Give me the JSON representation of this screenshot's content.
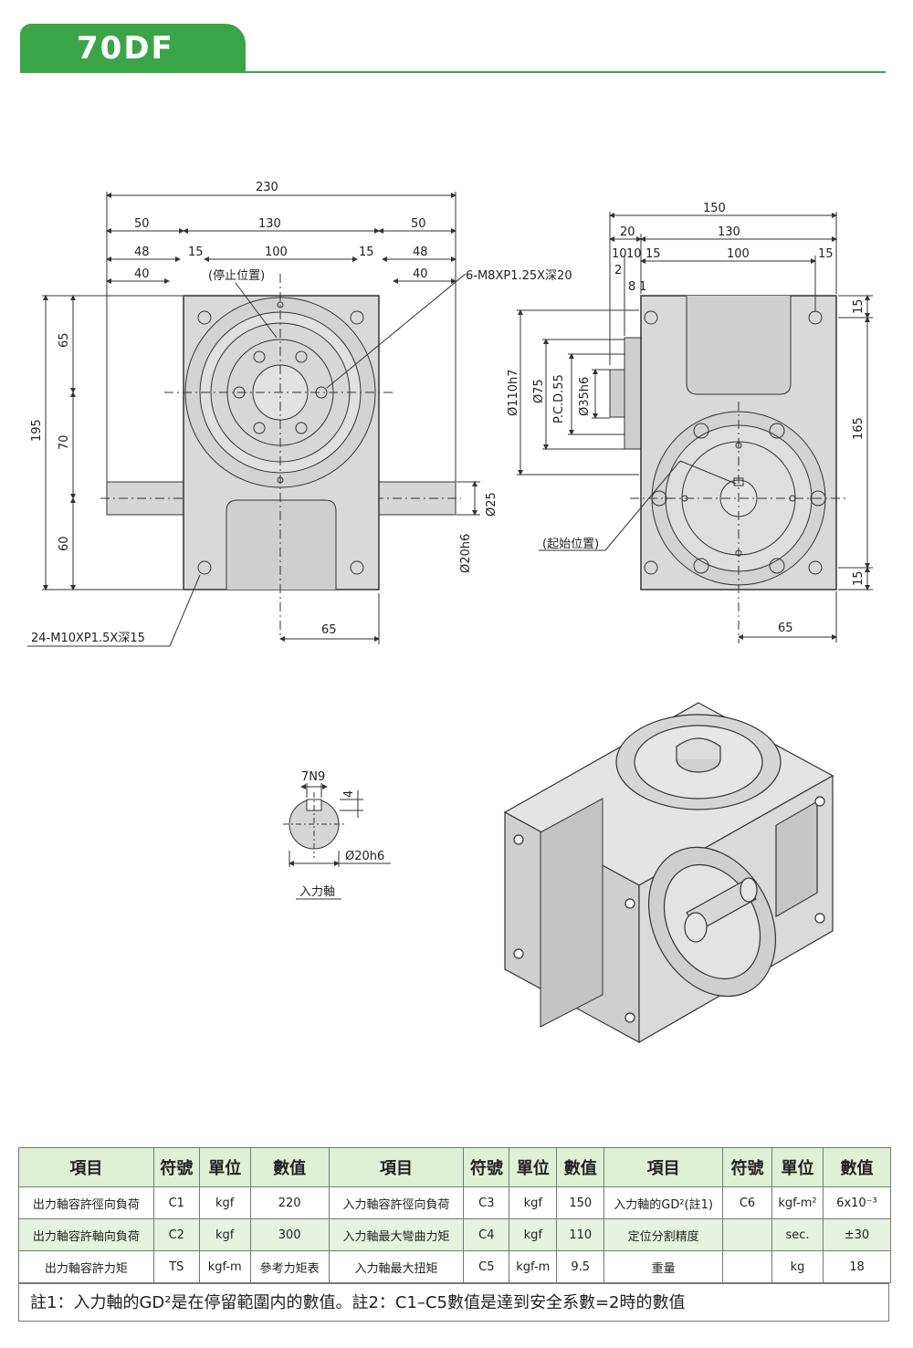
{
  "header": {
    "title": "70DF",
    "accent_color": "#3aa548"
  },
  "front_view": {
    "dims_top": [
      "230",
      "50",
      "130",
      "50",
      "48",
      "15",
      "100",
      "15",
      "48",
      "40",
      "40"
    ],
    "label_stop": "(停止位置)",
    "label_hole_top": "6-M8XP1.25X深20",
    "dims_left": [
      "195",
      "65",
      "70",
      "60"
    ],
    "dim_shaft": "Ø25",
    "dim_shaft2": "Ø20h6",
    "dim_bottom": "65",
    "label_hole_bottom": "24-M10XP1.5X深15"
  },
  "side_view": {
    "dims_top": [
      "150",
      "20",
      "130",
      "10",
      "10",
      "15",
      "100",
      "15",
      "2",
      "8",
      "1"
    ],
    "dims_left": [
      "Ø110h7",
      "Ø75",
      "P.C.D.55",
      "Ø35h6"
    ],
    "label_start": "(起始位置)",
    "dims_right": [
      "15",
      "165",
      "15"
    ],
    "dim_bottom": "65"
  },
  "shaft_section": {
    "key": "7N9",
    "depth": "4",
    "dia": "Ø20h6",
    "label": "入力軸"
  },
  "spec_table": {
    "headers": [
      "項目",
      "符號",
      "單位",
      "數值",
      "項目",
      "符號",
      "單位",
      "數值",
      "項目",
      "符號",
      "單位",
      "數值"
    ],
    "rows": [
      [
        "出力軸容許徑向負荷",
        "C1",
        "kgf",
        "220",
        "入力軸容許徑向負荷",
        "C3",
        "kgf",
        "150",
        "入力軸的GD²(註1)",
        "C6",
        "kgf-m²",
        "6x10⁻³"
      ],
      [
        "出力軸容許軸向負荷",
        "C2",
        "kgf",
        "300",
        "入力軸最大彎曲力矩",
        "C4",
        "kgf",
        "110",
        "定位分割精度",
        "",
        "sec.",
        "±30"
      ],
      [
        "出力軸容許力矩",
        "TS",
        "kgf-m",
        "參考力矩表",
        "入力軸最大扭矩",
        "C5",
        "kgf-m",
        "9.5",
        "重量",
        "",
        "kg",
        "18"
      ]
    ]
  },
  "note": "註1：入力軸的GD²是在停留範圍内的數值。註2：C1–C5數值是達到安全系數=2時的數值"
}
